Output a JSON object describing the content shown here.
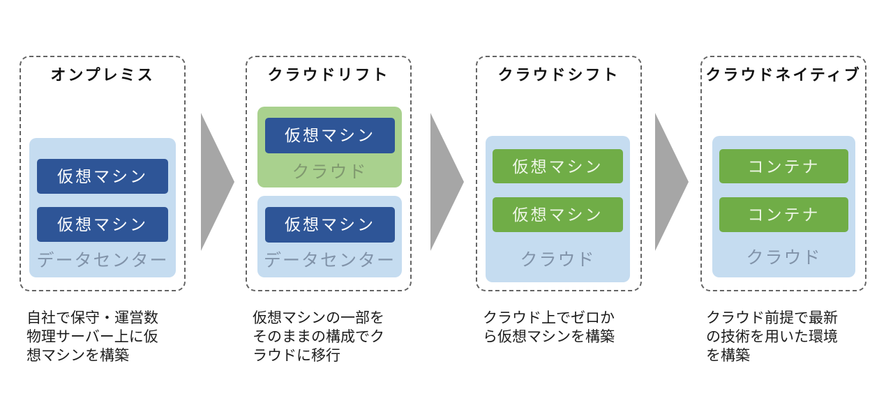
{
  "stages": [
    {
      "title": "オンプレミス",
      "description": "自社で保守・運営数\n物理サーバー上に仮\n想マシンを構築",
      "groups": [
        {
          "label": "データセンター",
          "boxes": [
            "仮想マシン",
            "仮想マシン"
          ]
        }
      ]
    },
    {
      "title": "クラウドリフト",
      "description": "仮想マシンの一部を\nそのままの構成でク\nラウドに移行",
      "groups": [
        {
          "label": "クラウド",
          "boxes": [
            "仮想マシン"
          ]
        },
        {
          "label": "データセンター",
          "boxes": [
            "仮想マシン"
          ]
        }
      ]
    },
    {
      "title": "クラウドシフト",
      "description": "クラウド上でゼロか\nら仮想マシンを構築",
      "groups": [
        {
          "label": "クラウド",
          "boxes": [
            "仮想マシン",
            "仮想マシン"
          ]
        }
      ]
    },
    {
      "title": "クラウドネイティブ",
      "description": "クラウド前提で最新\nの技術を用いた環境\nを構築",
      "groups": [
        {
          "label": "クラウド",
          "boxes": [
            "コンテナ",
            "コンテナ"
          ]
        }
      ]
    }
  ],
  "colors": {
    "vm_dark_blue": "#2e5597",
    "container_light_blue": "#c5dcf0",
    "container_light_green": "#a9d18e",
    "box_green": "#70ad47",
    "arrow_gray": "#a6a6a6",
    "label_blue_gray": "#8193a9",
    "label_green_gray": "#80996f",
    "dashed_border_gray": "#646464"
  }
}
